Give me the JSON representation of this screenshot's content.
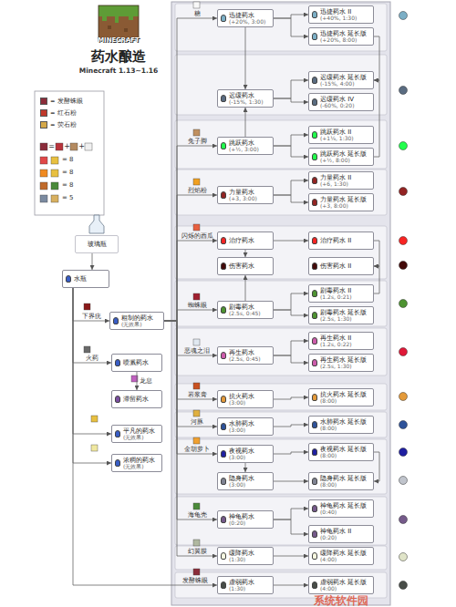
{
  "diagram": {
    "title": "药水酿造",
    "nodes": [
      {
        "text": [
          "玻璃瓶"
        ]
      },
      {
        "text": [
          "水瓶"
        ]
      },
      {
        "text": [
          "粗制的药水",
          "(无效果)"
        ]
      },
      {
        "text": [
          "喷溅药水"
        ]
      },
      {
        "text": [
          "滞留药水"
        ]
      },
      {
        "text": [
          "平凡的药水",
          "(无效果)"
        ]
      },
      {
        "text": [
          "浓稠的药水",
          "(无效果)"
        ]
      },
      {
        "text": [
          "迅捷药水",
          "(+20%, 3:00)"
        ]
      },
      {
        "text": [
          "迅捷药水 II",
          "(+40%, 1:30)"
        ]
      },
      {
        "text": [
          "迅捷药水 延长版",
          "(+20%, 8:00)"
        ]
      },
      {
        "text": [
          "迟缓药水",
          "(-15%, 1:30)"
        ]
      },
      {
        "text": [
          "迟缓药水 延长版",
          "(-15%, 4:00)"
        ]
      },
      {
        "text": [
          "迟缓药水 IV",
          "(-60%, 0:20)"
        ]
      },
      {
        "text": [
          "跳跃药水",
          "(+½, 3:00)"
        ]
      },
      {
        "text": [
          "跳跃药水 II",
          "(+1¼, 1:30)"
        ]
      },
      {
        "text": [
          "跳跃药水 延长版",
          "(+½, 8:00)"
        ]
      },
      {
        "text": [
          "力量药水",
          "(+3, 3:00)"
        ]
      },
      {
        "text": [
          "力量药水 II",
          "(+6, 1:30)"
        ]
      },
      {
        "text": [
          "力量药水 延长版",
          "(+3, 8:00)"
        ]
      },
      {
        "text": [
          "治疗药水"
        ]
      },
      {
        "text": [
          "治疗药水 II"
        ]
      },
      {
        "text": [
          "伤害药水"
        ]
      },
      {
        "text": [
          "伤害药水 II"
        ]
      },
      {
        "text": [
          "剧毒药水",
          "(2.5s, 0:45)"
        ]
      },
      {
        "text": [
          "剧毒药水 II",
          "(1.2s, 0:21)"
        ]
      },
      {
        "text": [
          "剧毒药水 延长版",
          "(2.5s, 1:30)"
        ]
      },
      {
        "text": [
          "再生药水",
          "(2.5s, 0:45)"
        ]
      },
      {
        "text": [
          "再生药水 II",
          "(1.2s, 0:22)"
        ]
      },
      {
        "text": [
          "再生药水 延长版",
          "(2.5s, 1:30)"
        ]
      },
      {
        "text": [
          "抗火药水",
          "(3:00)"
        ]
      },
      {
        "text": [
          "抗火药水 延长版",
          "(8:00)"
        ]
      },
      {
        "text": [
          "水肺药水",
          "(3:00)"
        ]
      },
      {
        "text": [
          "水肺药水 延长版",
          "(8:00)"
        ]
      },
      {
        "text": [
          "夜视药水",
          "(3:00)"
        ]
      },
      {
        "text": [
          "夜视药水 延长版",
          "(8:00)"
        ]
      },
      {
        "text": [
          "隐身药水",
          "(3:00)"
        ]
      },
      {
        "text": [
          "隐身药水 延长版",
          "(8:00)"
        ]
      },
      {
        "text": [
          "神龟药水",
          "(0:20)"
        ]
      },
      {
        "text": [
          "神龟药水 延长版",
          "(0:40)"
        ]
      },
      {
        "text": [
          "神龟药水 II",
          "(0:20)"
        ]
      },
      {
        "text": [
          "缓降药水",
          "(1:30)"
        ]
      },
      {
        "text": [
          "缓降药水 延长版",
          "(4:00)"
        ]
      },
      {
        "text": [
          "虚弱药水",
          "(1:30)"
        ]
      },
      {
        "text": [
          "虚弱药水 延长版",
          "(4:00)"
        ]
      }
    ],
    "edges": [
      {
        "from": 0,
        "to": 1,
        "arrow": "to"
      },
      {
        "from": 1,
        "to": 2,
        "label": "下界疣",
        "arrow": "to"
      },
      {
        "from": 1,
        "to": 3,
        "label": "火药",
        "arrow": "to"
      },
      {
        "from": 3,
        "to": 4,
        "label": "龙息",
        "arrow": "to"
      },
      {
        "from": 1,
        "to": 5,
        "arrow": "to"
      },
      {
        "from": 1,
        "to": 6,
        "arrow": "to"
      },
      {
        "from": 1,
        "to": 42,
        "label": "发酵蛛眼",
        "arrow": "to"
      },
      {
        "from": 2,
        "to": 7,
        "label": "糖",
        "arrow": "to"
      },
      {
        "from": 2,
        "to": 13,
        "label": "兔子脚",
        "arrow": "to"
      },
      {
        "from": 2,
        "to": 16,
        "label": "烈焰粉",
        "arrow": "to"
      },
      {
        "from": 2,
        "to": 19,
        "label": "闪烁的西瓜",
        "arrow": "to"
      },
      {
        "from": 2,
        "to": 23,
        "label": "蜘蛛眼",
        "arrow": "to"
      },
      {
        "from": 2,
        "to": 26,
        "label": "恶魂之泪",
        "arrow": "to"
      },
      {
        "from": 2,
        "to": 29,
        "label": "岩浆膏",
        "arrow": "to"
      },
      {
        "from": 2,
        "to": 31,
        "label": "河豚",
        "arrow": "to"
      },
      {
        "from": 2,
        "to": 33,
        "label": "金胡萝卜",
        "arrow": "to"
      },
      {
        "from": 2,
        "to": 37,
        "label": "海龟壳",
        "arrow": "to"
      },
      {
        "from": 2,
        "to": 40,
        "label": "幻翼膜",
        "arrow": "to"
      },
      {
        "from": 7,
        "to": 8,
        "arrow": "to"
      },
      {
        "from": 7,
        "to": 9,
        "arrow": "to"
      },
      {
        "from": 7,
        "to": 10,
        "arrow": "to"
      },
      {
        "from": 13,
        "to": 10,
        "arrow": "to"
      },
      {
        "from": 9,
        "to": 11,
        "arrow": "to"
      },
      {
        "from": 15,
        "to": 11,
        "arrow": "to"
      },
      {
        "from": 10,
        "to": 11,
        "arrow": "to"
      },
      {
        "from": 10,
        "to": 12,
        "arrow": "to"
      },
      {
        "from": 13,
        "to": 14,
        "arrow": "to"
      },
      {
        "from": 13,
        "to": 15,
        "arrow": "to"
      },
      {
        "from": 16,
        "to": 17,
        "arrow": "to"
      },
      {
        "from": 16,
        "to": 18,
        "arrow": "to"
      },
      {
        "from": 19,
        "to": 20,
        "arrow": "to"
      },
      {
        "from": 19,
        "to": 21,
        "arrow": "to"
      },
      {
        "from": 23,
        "to": 21,
        "arrow": "to"
      },
      {
        "from": 20,
        "to": 22,
        "arrow": "to"
      },
      {
        "from": 24,
        "to": 22,
        "arrow": "to"
      },
      {
        "from": 23,
        "to": 24,
        "arrow": "to"
      },
      {
        "from": 23,
        "to": 25,
        "arrow": "to"
      },
      {
        "from": 26,
        "to": 27,
        "arrow": "to"
      },
      {
        "from": 26,
        "to": 28,
        "arrow": "to"
      },
      {
        "from": 29,
        "to": 30,
        "arrow": "to"
      },
      {
        "from": 31,
        "to": 32,
        "arrow": "to"
      },
      {
        "from": 33,
        "to": 34,
        "arrow": "to"
      },
      {
        "from": 33,
        "to": 35,
        "arrow": "to"
      },
      {
        "from": 34,
        "to": 36,
        "arrow": "to"
      },
      {
        "from": 35,
        "to": 36,
        "arrow": "to"
      },
      {
        "from": 37,
        "to": 38,
        "arrow": "to"
      },
      {
        "from": 37,
        "to": 39,
        "arrow": "to"
      },
      {
        "from": 40,
        "to": 41,
        "arrow": "to"
      },
      {
        "from": 42,
        "to": 43,
        "arrow": "to"
      }
    ],
    "labels": [
      "MINECRAFT",
      "Minecraft 1.13~1.16",
      "=",
      "+",
      "+",
      "= 8",
      "= 8",
      "= 8",
      "= 5",
      "系统软件园"
    ],
    "legend": [
      {
        "text": "= 发酵蛛眼",
        "color": "#8b2c3a"
      },
      {
        "text": "= 红石粉",
        "color": "#c0392b"
      },
      {
        "text": "= 荧石粉",
        "color": "#d4a84a"
      }
    ]
  }
}
